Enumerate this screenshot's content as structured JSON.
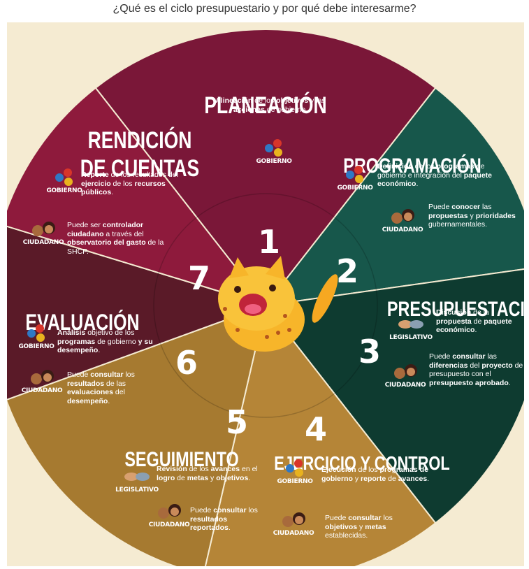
{
  "title": "¿Qué es el ciclo presupuestario y por qué debe interesarme?",
  "colors": {
    "background": "#f5ebd2",
    "planeacion": "#7a1738",
    "programacion": "#17574b",
    "presupuestacion": "#0e3b30",
    "ejercicio": "#b58537",
    "seguimiento": "#a67a30",
    "evaluacion": "#5a1a28",
    "rendicion": "#8e1a3c"
  },
  "icons": [
    "gobierno-icon",
    "ciudadano-icon",
    "legislativo-icon",
    "jaguar-mascot-icon"
  ],
  "stages": [
    {
      "number": "1",
      "heading": "PLANEACIÓN",
      "items": [
        {
          "actor": "GOBIERNO",
          "parts": [
            [
              "Alineación",
              true
            ],
            [
              " de los ",
              false
            ],
            [
              "objetivos",
              true
            ],
            [
              " y las ",
              false
            ],
            [
              "acciones",
              true
            ],
            [
              " de gobierno.",
              false
            ]
          ]
        }
      ]
    },
    {
      "number": "2",
      "heading": "PROGRAMACIÓN",
      "items": [
        {
          "actor": "GOBIERNO",
          "parts": [
            [
              "Definición",
              true
            ],
            [
              " de los ",
              false
            ],
            [
              "programas",
              true
            ],
            [
              " de gobierno e integración del ",
              false
            ],
            [
              "paquete económico",
              true
            ],
            [
              ".",
              false
            ]
          ]
        },
        {
          "actor": "CIUDADANO",
          "parts": [
            [
              "Puede ",
              false
            ],
            [
              "conocer",
              true
            ],
            [
              " las ",
              false
            ],
            [
              "propuestas",
              true
            ],
            [
              " y ",
              false
            ],
            [
              "prioridades",
              true
            ],
            [
              " gubernamentales.",
              false
            ]
          ]
        }
      ]
    },
    {
      "number": "3",
      "heading": "PRESUPUESTACIÓN",
      "items": [
        {
          "actor": "LEGISLATIVO",
          "parts": [
            [
              "Discusión",
              true
            ],
            [
              " de la ",
              false
            ],
            [
              "propuesta",
              true
            ],
            [
              " de ",
              false
            ],
            [
              "paquete económico",
              true
            ],
            [
              ".",
              false
            ]
          ]
        },
        {
          "actor": "CIUDADANO",
          "parts": [
            [
              "Puede ",
              false
            ],
            [
              "consultar",
              true
            ],
            [
              " las ",
              false
            ],
            [
              "diferencias",
              true
            ],
            [
              " del ",
              false
            ],
            [
              "proyecto",
              true
            ],
            [
              " de presupuesto con el ",
              false
            ],
            [
              "presupuesto aprobado",
              true
            ],
            [
              ".",
              false
            ]
          ]
        }
      ]
    },
    {
      "number": "4",
      "heading": "EJERCICIO Y CONTROL",
      "items": [
        {
          "actor": "GOBIERNO",
          "parts": [
            [
              "Ejecución",
              true
            ],
            [
              " de los ",
              false
            ],
            [
              "programas de gobierno",
              true
            ],
            [
              " y ",
              false
            ],
            [
              "reporte",
              true
            ],
            [
              " de ",
              false
            ],
            [
              "avances",
              true
            ],
            [
              ".",
              false
            ]
          ]
        },
        {
          "actor": "CIUDADANO",
          "parts": [
            [
              "Puede ",
              false
            ],
            [
              "consultar",
              true
            ],
            [
              " los ",
              false
            ],
            [
              "objetivos",
              true
            ],
            [
              " y ",
              false
            ],
            [
              "metas",
              true
            ],
            [
              " establecidas.",
              false
            ]
          ]
        }
      ]
    },
    {
      "number": "5",
      "heading": "SEGUIMIENTO",
      "items": [
        {
          "actor": "LEGISLATIVO",
          "parts": [
            [
              "Revisión",
              true
            ],
            [
              " de los ",
              false
            ],
            [
              "avances",
              true
            ],
            [
              " en el ",
              false
            ],
            [
              "logro",
              true
            ],
            [
              " de ",
              false
            ],
            [
              "metas",
              true
            ],
            [
              " y ",
              false
            ],
            [
              "objetivos",
              true
            ],
            [
              ".",
              false
            ]
          ]
        },
        {
          "actor": "CIUDADANO",
          "parts": [
            [
              "Puede ",
              false
            ],
            [
              "consultar",
              true
            ],
            [
              " los ",
              false
            ],
            [
              "resultados",
              true
            ],
            [
              " ",
              false
            ],
            [
              "reportados",
              true
            ],
            [
              ".",
              false
            ]
          ]
        }
      ]
    },
    {
      "number": "6",
      "heading": "EVALUACIÓN",
      "items": [
        {
          "actor": "GOBIERNO",
          "parts": [
            [
              "Análisis",
              true
            ],
            [
              " objetivo de los ",
              false
            ],
            [
              "programas",
              true
            ],
            [
              " de gobierno ",
              false
            ],
            [
              "y su desempeño",
              true
            ],
            [
              ".",
              false
            ]
          ]
        },
        {
          "actor": "CIUDADANO",
          "parts": [
            [
              "Puede ",
              false
            ],
            [
              "consultar",
              true
            ],
            [
              " los ",
              false
            ],
            [
              "resultados",
              true
            ],
            [
              " de las ",
              false
            ],
            [
              "evaluaciones",
              true
            ],
            [
              " del ",
              false
            ],
            [
              "desempeño",
              true
            ],
            [
              ".",
              false
            ]
          ]
        }
      ]
    },
    {
      "number": "7",
      "heading_lines": [
        "RENDICIÓN",
        "DE CUENTAS"
      ],
      "items": [
        {
          "actor": "GOBIERNO",
          "parts": [
            [
              "Reporte",
              true
            ],
            [
              " de los resultados del ",
              false
            ],
            [
              "ejercicio",
              true
            ],
            [
              " de los ",
              false
            ],
            [
              "recursos",
              true
            ],
            [
              " ",
              false
            ],
            [
              "públicos",
              true
            ],
            [
              ".",
              false
            ]
          ]
        },
        {
          "actor": "CIUDADANO",
          "parts": [
            [
              "Puede ser ",
              false
            ],
            [
              "controlador ciudadano",
              true
            ],
            [
              " a través del ",
              false
            ],
            [
              "observatorio del gasto",
              true
            ],
            [
              " de la SHCP.",
              false
            ]
          ]
        }
      ]
    }
  ]
}
